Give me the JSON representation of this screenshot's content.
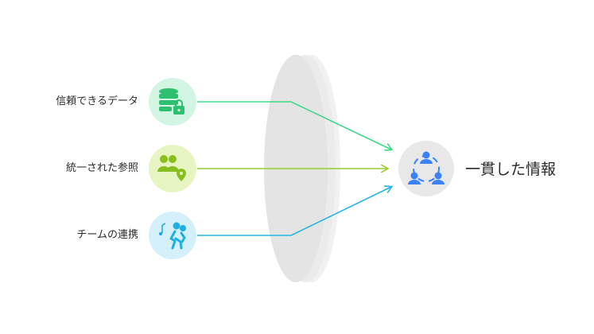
{
  "inputs": [
    {
      "label": "信頼できるデータ",
      "icon": "database-lock-icon",
      "bg": "#d3f5e3",
      "fg": "#2fbf71",
      "line": "#3ed98a"
    },
    {
      "label": "統一された参照",
      "icon": "users-location-icon",
      "bg": "#e6f5c1",
      "fg": "#86bf1f",
      "line": "#99cc33"
    },
    {
      "label": "チームの連携",
      "icon": "team-dance-icon",
      "bg": "#d3f0fb",
      "fg": "#21aee0",
      "line": "#22b5e6"
    }
  ],
  "output": {
    "label": "一貫した情報",
    "icon": "connected-people-icon",
    "bg": "#e8e8e8",
    "fg": "#3b82f6"
  },
  "lens_color": "#e4e4e4"
}
